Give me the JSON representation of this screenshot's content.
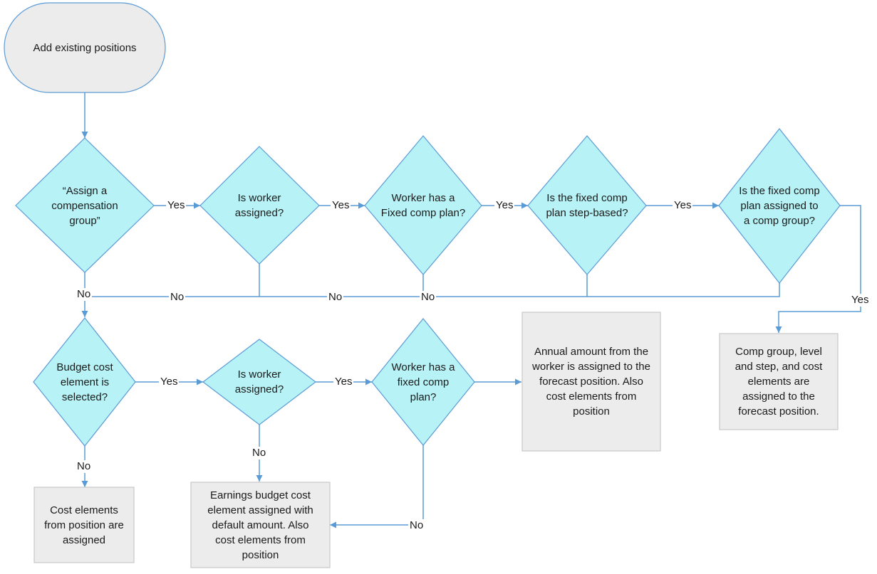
{
  "colors": {
    "decision_fill": "#b7f3f6",
    "decision_stroke": "#5b9bd5",
    "process_fill": "#ececec",
    "process_stroke": "#c8c8c8",
    "terminator_fill": "#ececec",
    "terminator_stroke": "#5b9bd5",
    "connector": "#5b9bd5"
  },
  "nodes": {
    "start": "Add existing positions",
    "d_assign_group": "“Assign a\ncompensation\ngroup”",
    "d_worker_assigned_1": "Is worker\nassigned?",
    "d_fixed_plan_1": "Worker has a\nFixed comp plan?",
    "d_step_based": "Is the fixed comp\nplan step-based?",
    "d_plan_in_group": "Is the fixed comp\nplan assigned to\na comp group?",
    "p_comp_group": "Comp group, level\nand step, and cost\nelements are\nassigned to the\nforecast position.",
    "d_budget_cost": "Budget cost\nelement is\nselected?",
    "d_worker_assigned_2": "Is worker\nassigned?",
    "d_fixed_plan_2": "Worker has a\nfixed comp\nplan?",
    "p_annual_amount": "Annual amount from the\nworker is assigned to the\nforecast position. Also\ncost elements from\nposition",
    "p_cost_from_position": "Cost elements\nfrom position are\nassigned",
    "p_earnings_default": "Earnings budget cost\nelement assigned with\ndefault amount. Also\ncost elements from\nposition"
  },
  "edge_labels": {
    "yes_1": "Yes",
    "yes_2": "Yes",
    "yes_3": "Yes",
    "yes_4": "Yes",
    "yes_5": "Yes",
    "no_1": "No",
    "no_2": "No",
    "no_3": "No",
    "no_4": "No",
    "yes_6": "Yes",
    "yes_7": "Yes",
    "no_5": "No",
    "no_6": "No",
    "no_7": "No"
  }
}
